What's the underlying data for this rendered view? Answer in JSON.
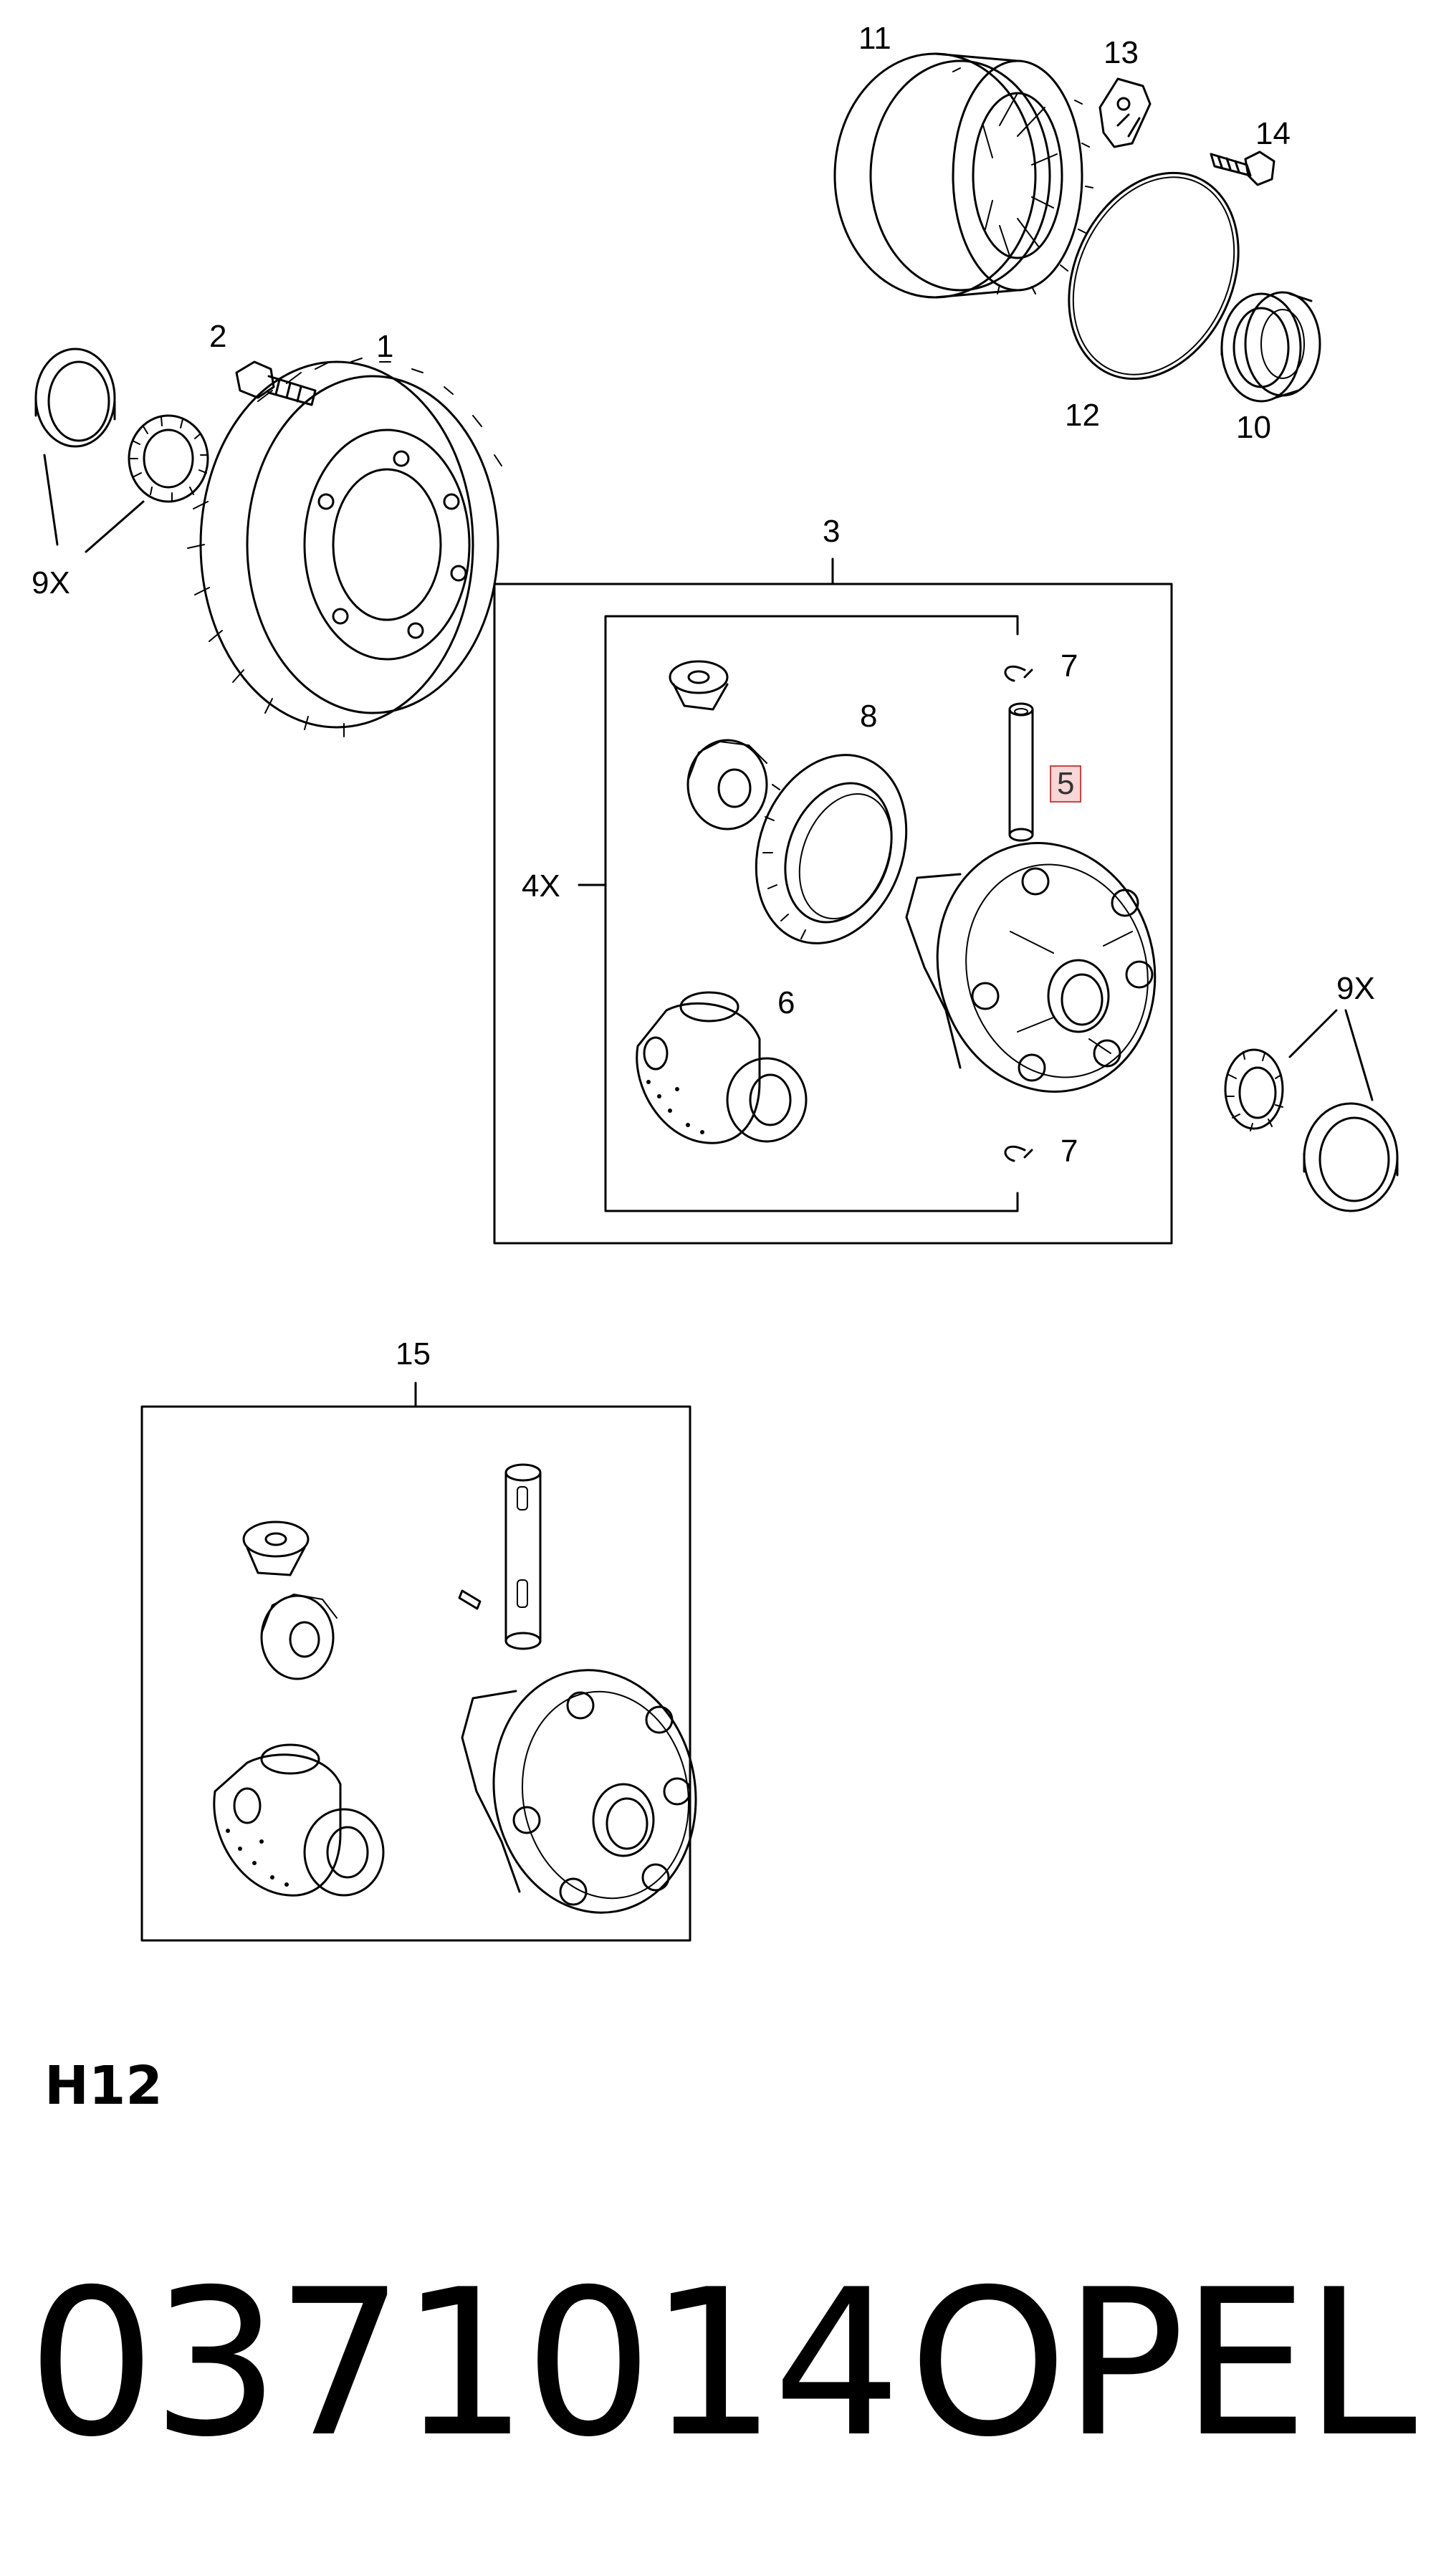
{
  "callouts": {
    "c1": "1",
    "c2": "2",
    "c3": "3",
    "c4x": "4X",
    "c5": "5",
    "c6": "6",
    "c7a": "7",
    "c7b": "7",
    "c8": "8",
    "c9x_left": "9X",
    "c9x_right": "9X",
    "c10": "10",
    "c11": "11",
    "c12": "12",
    "c13": "13",
    "c14": "14",
    "c15": "15"
  },
  "highlighted_callout": "5",
  "diagram_code": "H12",
  "part_number": "0371014",
  "brand": "OPEL",
  "colors": {
    "line": "#000000",
    "highlight_border": "#d04040",
    "highlight_fill": "#f6d6d6"
  }
}
